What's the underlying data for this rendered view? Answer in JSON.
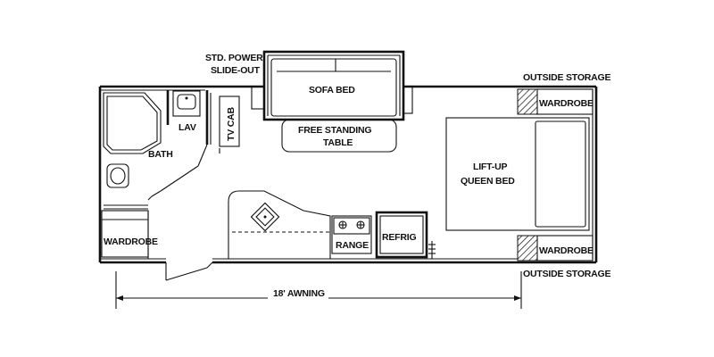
{
  "labels": {
    "slideout_line1": "STD. POWER",
    "slideout_line2": "SLIDE-OUT",
    "outside_storage_top": "OUTSIDE STORAGE",
    "outside_storage_bottom": "OUTSIDE STORAGE",
    "sofa_bed": "SOFA BED",
    "table_line1": "FREE STANDING",
    "table_line2": "TABLE",
    "wardrobe_top_right": "WARDROBE",
    "wardrobe_bottom_right": "WARDROBE",
    "wardrobe_left": "WARDROBE",
    "lav": "LAV",
    "bath": "BATH",
    "tv_cab": "TV CAB",
    "bed_line1": "LIFT-UP",
    "bed_line2": "QUEEN BED",
    "range": "RANGE",
    "refrig": "REFRIG",
    "awning": "18' AWNING"
  }
}
